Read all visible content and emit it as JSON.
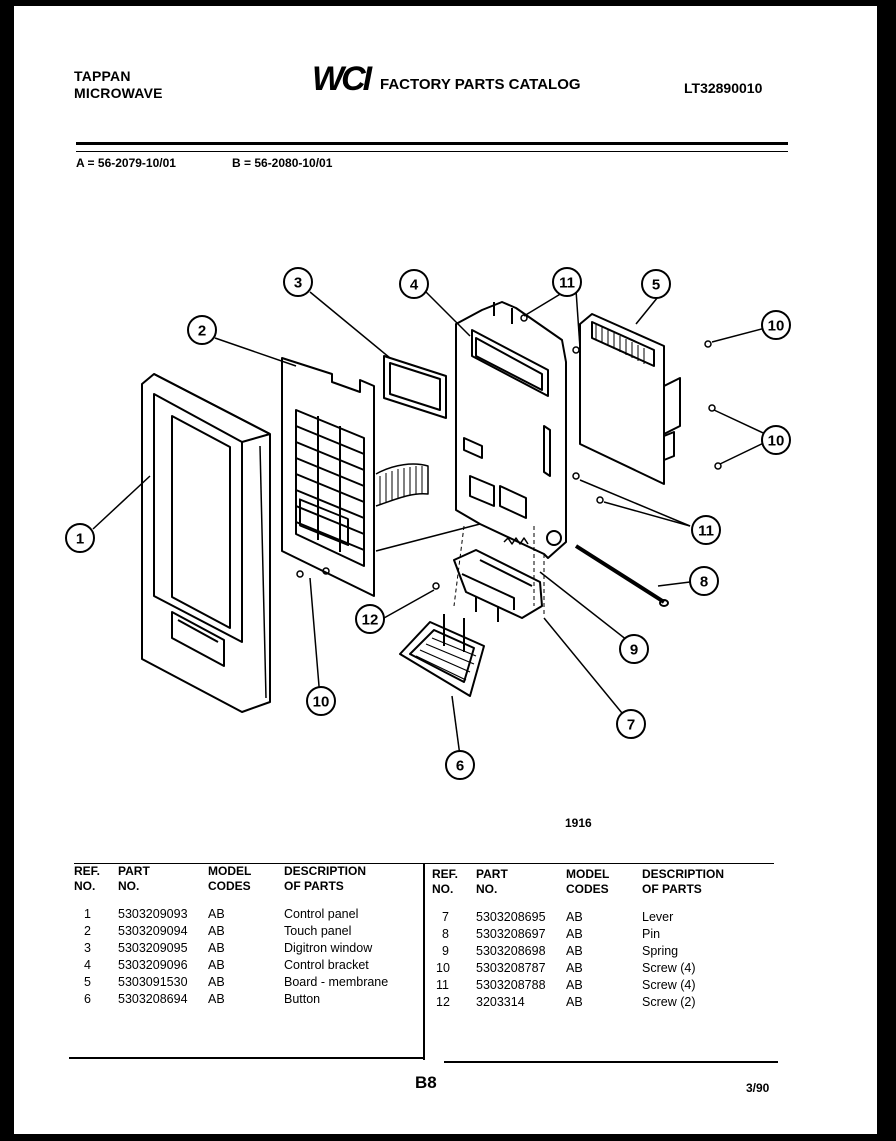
{
  "header": {
    "brand_line1": "TAPPAN",
    "brand_line2": "MICROWAVE",
    "logo": "WCI",
    "title": "FACTORY PARTS CATALOG",
    "catalog_code": "LT32890010"
  },
  "models": {
    "a": "A = 56-2079-10/01",
    "b": "B = 56-2080-10/01"
  },
  "diagram": {
    "callouts": [
      "1",
      "2",
      "3",
      "4",
      "11",
      "5",
      "10",
      "10",
      "11",
      "8",
      "12",
      "9",
      "10",
      "7",
      "6"
    ],
    "figure_number": "1916"
  },
  "table": {
    "headers": {
      "ref": [
        "REF.",
        "NO."
      ],
      "part": [
        "PART",
        "NO."
      ],
      "model": [
        "MODEL",
        "CODES"
      ],
      "desc": [
        "DESCRIPTION",
        "OF PARTS"
      ]
    },
    "left": [
      {
        "ref": "1",
        "part": "5303209093",
        "model": "AB",
        "desc": "Control panel"
      },
      {
        "ref": "2",
        "part": "5303209094",
        "model": "AB",
        "desc": "Touch panel"
      },
      {
        "ref": "3",
        "part": "5303209095",
        "model": "AB",
        "desc": "Digitron window"
      },
      {
        "ref": "4",
        "part": "5303209096",
        "model": "AB",
        "desc": "Control bracket"
      },
      {
        "ref": "5",
        "part": "5303091530",
        "model": "AB",
        "desc": "Board - membrane"
      },
      {
        "ref": "6",
        "part": "5303208694",
        "model": "AB",
        "desc": "Button"
      }
    ],
    "right": [
      {
        "ref": "7",
        "part": "5303208695",
        "model": "AB",
        "desc": "Lever"
      },
      {
        "ref": "8",
        "part": "5303208697",
        "model": "AB",
        "desc": "Pin"
      },
      {
        "ref": "9",
        "part": "5303208698",
        "model": "AB",
        "desc": "Spring"
      },
      {
        "ref": "10",
        "part": "5303208787",
        "model": "AB",
        "desc": "Screw (4)"
      },
      {
        "ref": "11",
        "part": "5303208788",
        "model": "AB",
        "desc": "Screw (4)"
      },
      {
        "ref": "12",
        "part": "3203314",
        "model": "AB",
        "desc": "Screw (2)"
      }
    ]
  },
  "footer": {
    "page": "B8",
    "date": "3/90"
  }
}
